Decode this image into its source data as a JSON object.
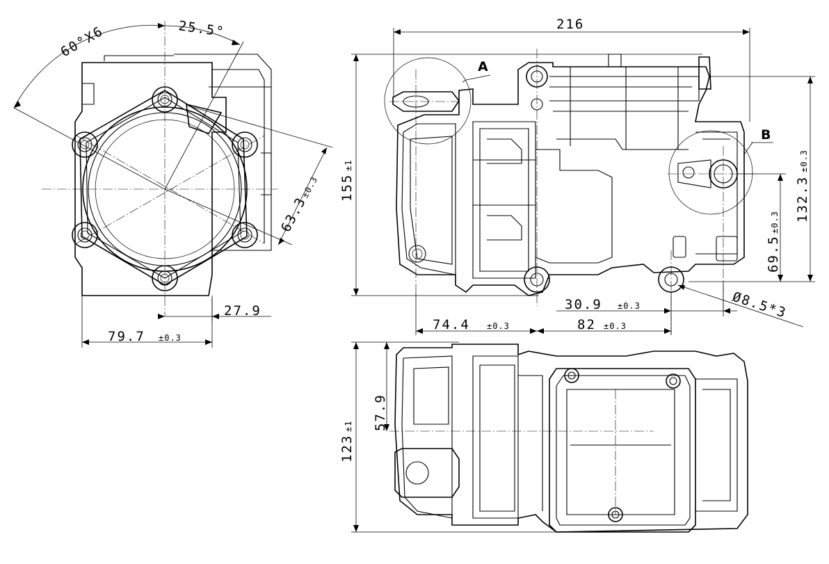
{
  "dimensions": {
    "angle_pitch": "60°X6",
    "angle_offset": "25.5°",
    "radius": "63.3",
    "radius_tol": "±0.3",
    "offset_small": "27.9",
    "width_left": "79.7",
    "width_left_tol": "±0.3",
    "overall_length": "216",
    "overall_height": "155",
    "overall_height_tol": "±1",
    "height_b": "132.3",
    "height_b_tol": "±0.3",
    "height_mid": "69.5",
    "height_mid_tol": "±0.3",
    "dist_hole": "30.9",
    "dist_hole_tol": "±0.3",
    "dist_left": "74.4",
    "dist_left_tol": "±0.3",
    "dist_right": "82",
    "dist_right_tol": "±0.3",
    "hole_dia": "Ø8.5*3",
    "bottom_height": "123",
    "bottom_height_tol": "±1",
    "bottom_offset": "57.9"
  },
  "labels": {
    "detail_a": "A",
    "detail_b": "B"
  }
}
